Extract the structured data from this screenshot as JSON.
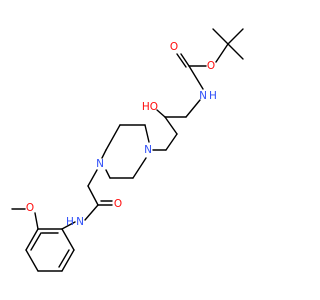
{
  "atoms": {
    "o_methoxy": {
      "label": "O",
      "color": "#ff0d0d"
    },
    "nh_amide": {
      "label": "N",
      "h": "H",
      "color": "#3050f8"
    },
    "o_amide": {
      "label": "O",
      "color": "#ff0d0d"
    },
    "n_pip_bottom": {
      "label": "N",
      "color": "#3050f8"
    },
    "n_pip_top": {
      "label": "N",
      "color": "#3050f8"
    },
    "oh": {
      "label": "HO",
      "color": "#ff0d0d"
    },
    "nh_carbamate": {
      "label": "N",
      "h": "H",
      "color": "#3050f8"
    },
    "o_carbonyl": {
      "label": "O",
      "color": "#ff0d0d"
    },
    "o_ester": {
      "label": "O",
      "color": "#ff0d0d"
    }
  }
}
